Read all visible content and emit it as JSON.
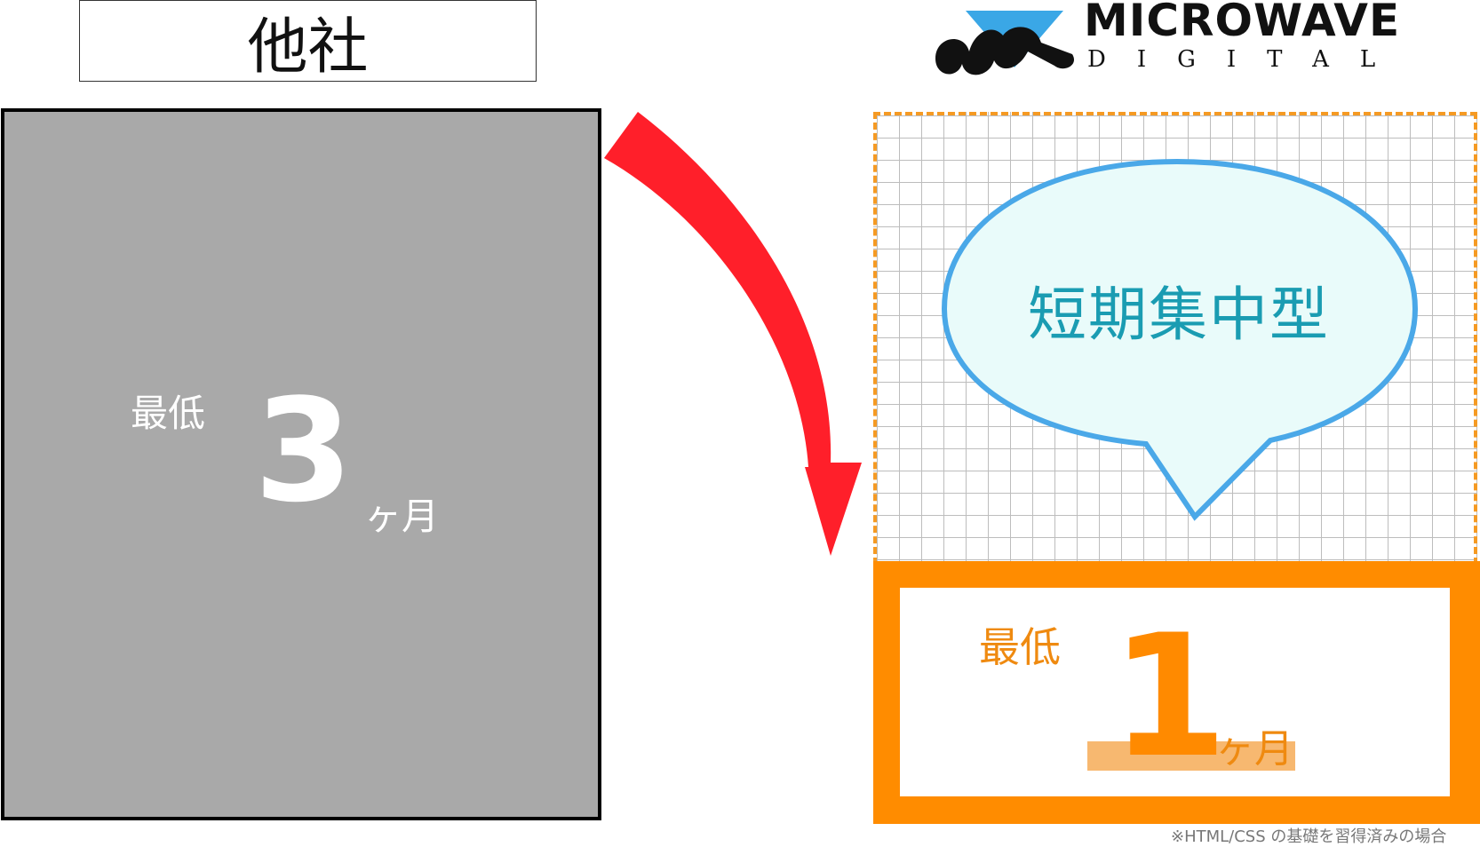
{
  "competitor": {
    "title": "他社",
    "min_label": "最低",
    "number": "3",
    "unit": "ヶ月"
  },
  "logo": {
    "name": "MICROWAVE",
    "sub": "DIGITAL"
  },
  "ours": {
    "bubble_text": "短期集中型",
    "min_label": "最低",
    "number": "1",
    "unit": "ヶ月"
  },
  "footnote": "※HTML/CSS の基礎を習得済みの場合",
  "colors": {
    "accent_orange": "#ff8c00",
    "arrow_red": "#ff1f2a",
    "bubble_blue": "#4aa8e8",
    "panel_gray": "#a9a9a9"
  }
}
